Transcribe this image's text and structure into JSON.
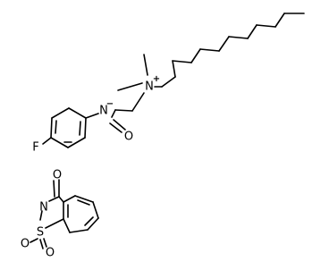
{
  "atoms": {
    "ammonium_n": "N",
    "ammonium_charge": "+",
    "amide_n": "N",
    "amide_charge": "−",
    "carbonyl_o": "O",
    "fluorine": "F",
    "saccharin_o_carbonyl": "O",
    "saccharin_n": "N",
    "saccharin_s": "S",
    "sulfonyl_o_a": "O",
    "sulfonyl_o_b": "O"
  },
  "colors": {
    "bond": "#000000",
    "label": "#000000",
    "background": "#ffffff"
  }
}
